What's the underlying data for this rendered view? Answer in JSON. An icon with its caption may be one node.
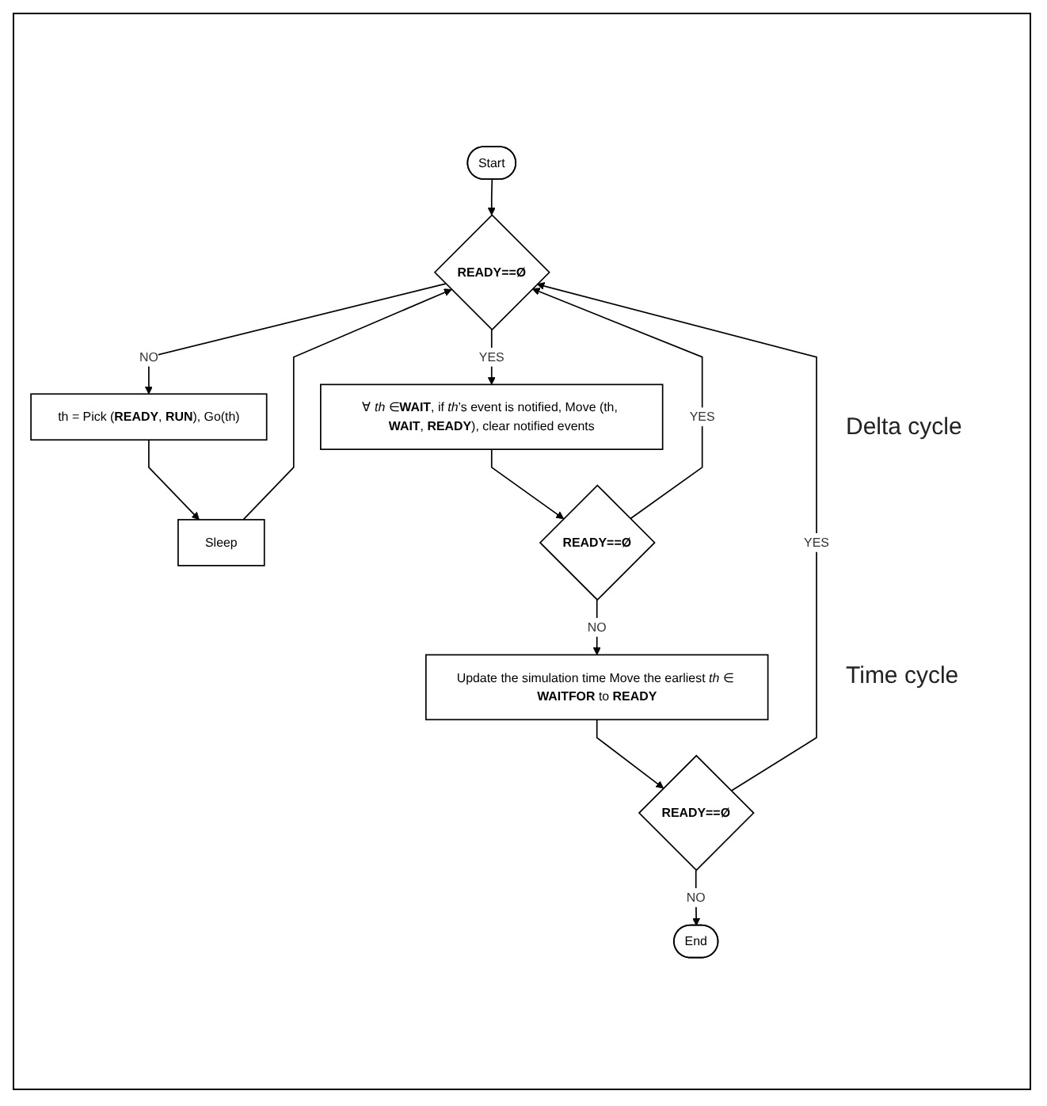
{
  "diagram": {
    "nodes": [
      {
        "text": [
          "Start"
        ]
      },
      {
        "text": [
          "READY==Ø"
        ]
      },
      {
        "text": [
          "th = Pick (**READY**, **RUN**), Go(th)"
        ]
      },
      {
        "text": [
          "Sleep"
        ]
      },
      {
        "text": [
          "∀ *th* ∈**WAIT**, if *th*’s event is notified, Move (th, **WAIT**, **READY**), clear notified events"
        ]
      },
      {
        "text": [
          "READY==Ø"
        ]
      },
      {
        "text": [
          "Update the simulation time Move the earliest *th* ∈ **WAITFOR** to **READY**"
        ]
      },
      {
        "text": [
          "READY==Ø"
        ]
      },
      {
        "text": [
          "End"
        ]
      }
    ],
    "edges": [
      {
        "from": 0,
        "to": 1,
        "arrow": "to"
      },
      {
        "from": 1,
        "to": 2,
        "label": "NO",
        "arrow": "to"
      },
      {
        "from": 1,
        "to": 4,
        "label": "YES",
        "arrow": "to"
      },
      {
        "from": 2,
        "to": 3,
        "arrow": "to"
      },
      {
        "from": 3,
        "to": 1,
        "arrow": "to"
      },
      {
        "from": 4,
        "to": 5,
        "arrow": "to"
      },
      {
        "from": 5,
        "to": 1,
        "label": "YES",
        "arrow": "to"
      },
      {
        "from": 5,
        "to": 6,
        "label": "NO",
        "arrow": "to"
      },
      {
        "from": 6,
        "to": 7,
        "arrow": "to"
      },
      {
        "from": 7,
        "to": 1,
        "label": "YES",
        "arrow": "to"
      },
      {
        "from": 7,
        "to": 8,
        "label": "NO",
        "arrow": "to"
      }
    ],
    "labels": [
      "Delta cycle",
      "Time cycle"
    ]
  }
}
